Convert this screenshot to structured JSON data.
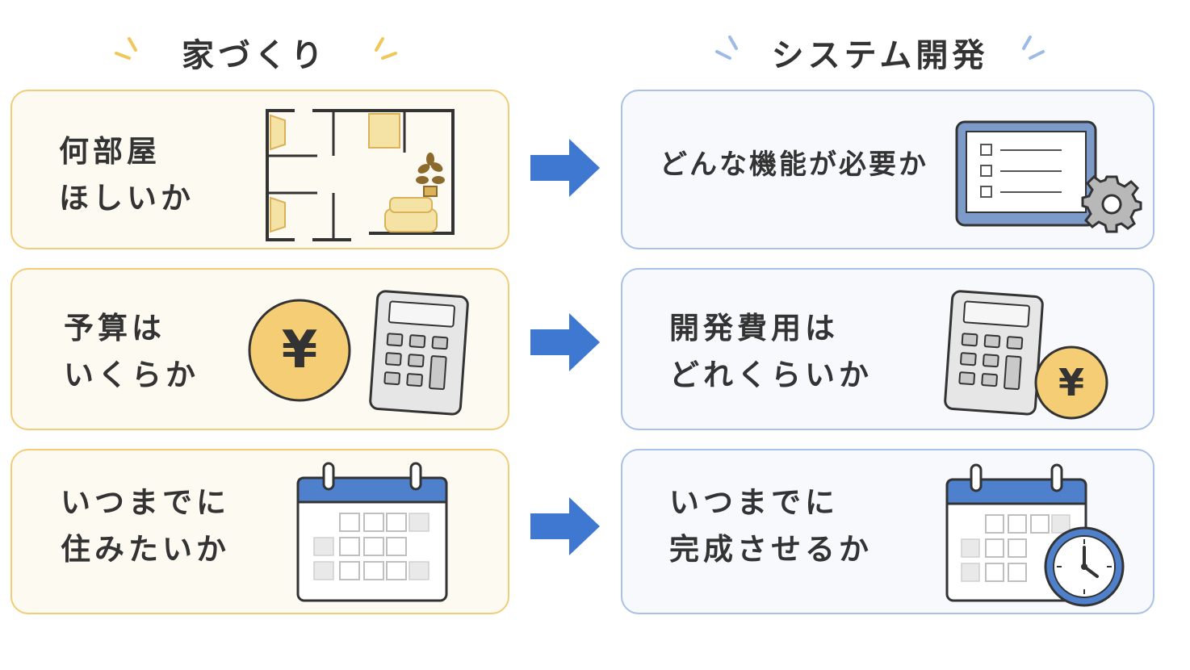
{
  "home": {
    "title": "家づくり",
    "cards": [
      {
        "lines": [
          "何部屋",
          "ほしいか"
        ],
        "icon": "floor-plan-icon"
      },
      {
        "lines": [
          "予算は",
          "いくらか"
        ],
        "icon": "yen-coin-icon",
        "icon2": "calculator-icon",
        "coin_label": "¥"
      },
      {
        "lines": [
          "いつまでに",
          "住みたいか"
        ],
        "icon": "calendar-icon"
      }
    ]
  },
  "system": {
    "title": "システム開発",
    "cards": [
      {
        "lines": [
          "どんな機能が必要か"
        ],
        "icon": "tablet-checklist-icon",
        "icon2": "gear-icon"
      },
      {
        "lines": [
          "開発費用は",
          "どれくらいか"
        ],
        "icon": "calculator-icon",
        "icon2": "yen-coin-icon",
        "coin_label": "¥"
      },
      {
        "lines": [
          "いつまでに",
          "完成させるか"
        ],
        "icon": "calendar-icon",
        "icon2": "clock-icon"
      }
    ]
  },
  "colors": {
    "home_accent": "#f1cd78",
    "system_accent": "#a9c1e5",
    "arrow": "#3f78d0",
    "coin": "#f5cd74",
    "calendar_header": "#4f80cc"
  }
}
